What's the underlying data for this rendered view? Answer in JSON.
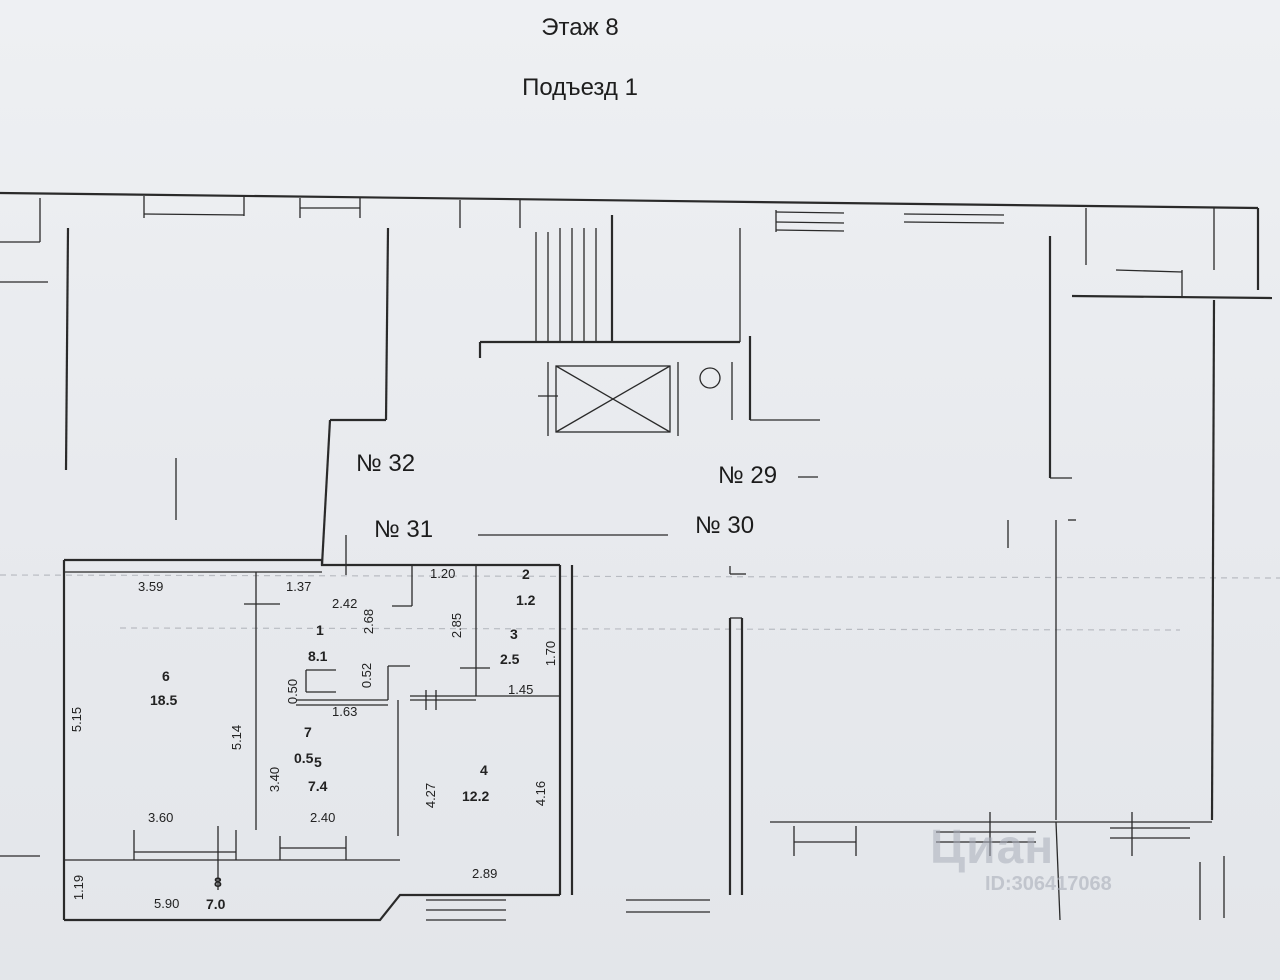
{
  "header": {
    "floor": "Этаж 8",
    "entrance": "Подъезд 1"
  },
  "apartments": {
    "n32": "№ 32",
    "n31": "№ 31",
    "n29": "№ 29",
    "n30": "№ 30"
  },
  "rooms": {
    "r1": {
      "no": "1",
      "area": "8.1"
    },
    "r2": {
      "no": "2",
      "area": "1.2"
    },
    "r3": {
      "no": "3",
      "area": "2.5"
    },
    "r4": {
      "no": "4",
      "area": "12.2"
    },
    "r5": {
      "no": "5",
      "area": "7.4"
    },
    "r6": {
      "no": "6",
      "area": "18.5"
    },
    "r7": {
      "no": "7",
      "area": "0.5"
    },
    "r8": {
      "no": "8",
      "area": "7.0"
    }
  },
  "dimensions": {
    "d359": "3.59",
    "d137": "1.37",
    "d120": "1.20",
    "d242": "2.42",
    "d268": "2.68",
    "d285": "2.85",
    "d170": "1.70",
    "d052": "0.52",
    "d050": "0.50",
    "d163": "1.63",
    "d145": "1.45",
    "d515": "5.15",
    "d514": "5.14",
    "d340": "3.40",
    "d427": "4.27",
    "d416": "4.16",
    "d360": "3.60",
    "d240": "2.40",
    "d289": "2.89",
    "d119": "1.19",
    "d590": "5.90"
  },
  "watermark": {
    "brand": "Циан",
    "id": "ID:306417068"
  }
}
